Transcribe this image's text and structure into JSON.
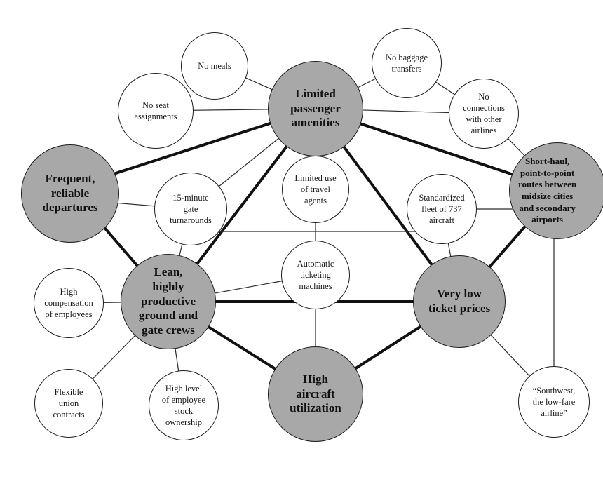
{
  "nodes": {
    "limited_amenities": "Limited\npassenger\namenities",
    "frequent_departures": "Frequent,\nreliable\ndepartures",
    "short_haul": "Short-haul,\npoint-to-point\nroutes between\nmidsize cities\nand secondary\nairports",
    "lean_crews": "Lean,\nhighly\nproductive\nground and\ngate crews",
    "low_prices": "Very low\nticket prices",
    "high_utilization": "High\naircraft\nutilization",
    "no_meals": "No meals",
    "no_seat": "No seat\nassignments",
    "no_baggage": "No baggage\ntransfers",
    "no_connections": "No\nconnections\nwith other\nairlines",
    "gate_turnarounds": "15-minute\ngate\nturnarounds",
    "travel_agents": "Limited use\nof travel\nagents",
    "fleet_737": "Standardized\nfleet of 737\naircraft",
    "ticketing": "Automatic\nticketing\nmachines",
    "compensation": "High\ncompensation\nof employees",
    "union": "Flexible\nunion\ncontracts",
    "ownership": "High level\nof employee\nstock\nownership",
    "southwest": "“Southwest,\nthe low-fare\nairline”"
  }
}
